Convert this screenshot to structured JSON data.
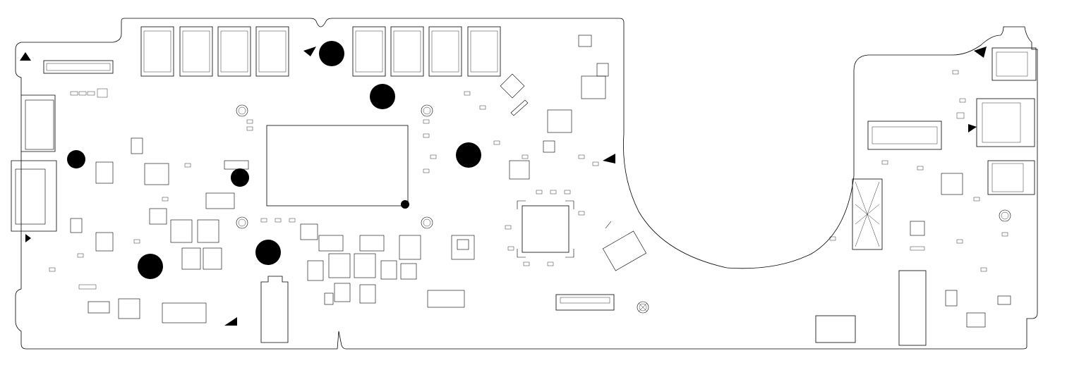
{
  "title": "",
  "board": {
    "outline_color": "#000000",
    "background_color": "#ffffff",
    "component_stroke": "#000000",
    "notes": []
  },
  "features": {
    "fiducial_triangles": 6,
    "mounting_holes_filled": 7,
    "screw_rings": 6,
    "dimm_slots": 8
  }
}
